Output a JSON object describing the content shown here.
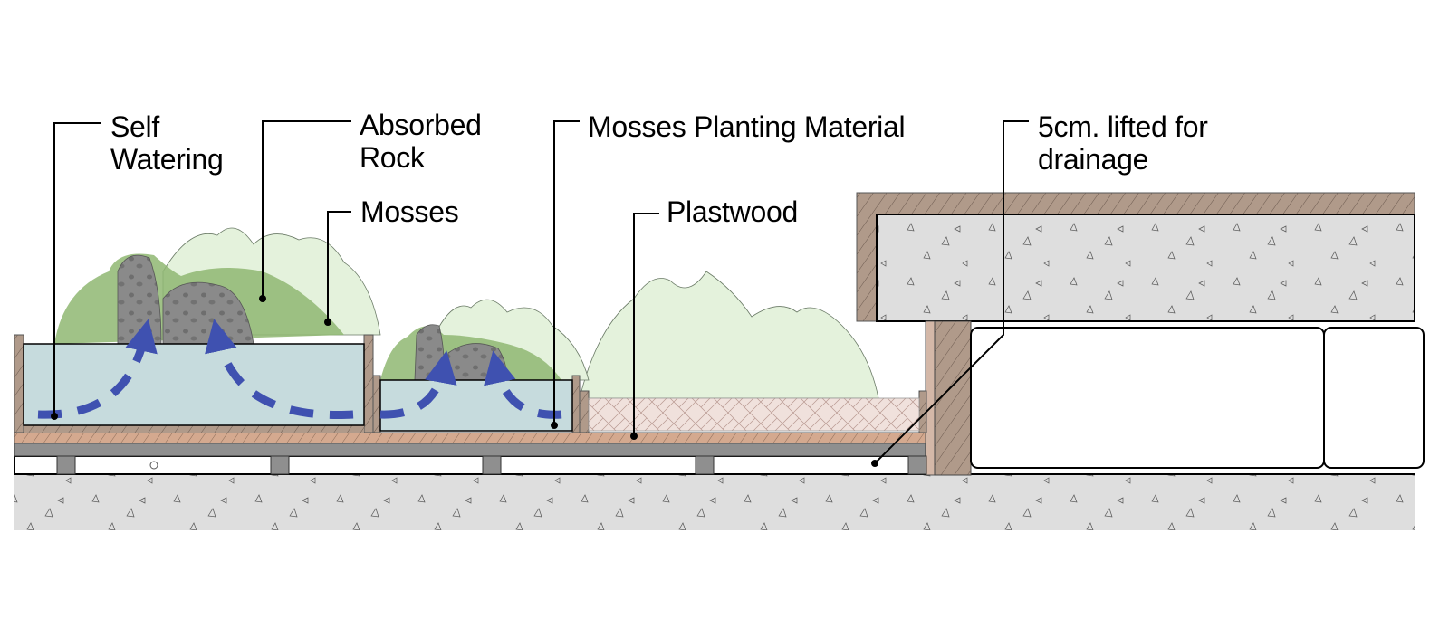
{
  "diagram": {
    "title": "Self-watering moss planter section",
    "labels": {
      "self_watering": "Self\nWatering",
      "absorbed_rock": "Absorbed\nRock",
      "mosses": "Mosses",
      "mosses_planting_material": "Mosses Planting Material",
      "plastwood": "Plastwood",
      "lifted_drainage": "5cm. lifted for\ndrainage"
    },
    "colors": {
      "water": "#c6dbdd",
      "water_flow_arrow": "#3f51b0",
      "wood_frame": "#b09a8a",
      "plastwood_deck": "#d4a98f",
      "steel_support": "#8f8f8f",
      "concrete": "#dedede",
      "planting_material": "#f0e1dc",
      "foliage": "#e4f2dc",
      "moss": "#8fb772",
      "rock": "#8a8a8a"
    }
  }
}
